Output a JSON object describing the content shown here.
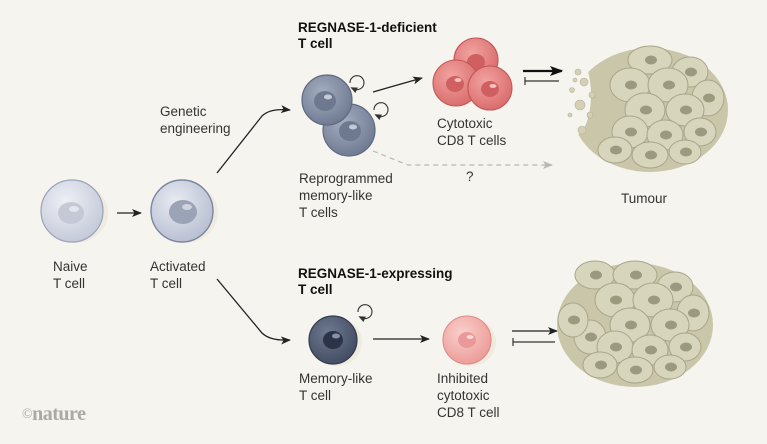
{
  "labels": {
    "naive": [
      "Naive",
      "T cell"
    ],
    "activated": [
      "Activated",
      "T cell"
    ],
    "genetic": [
      "Genetic",
      "engineering"
    ],
    "deficient_header": [
      "REGNASE-1-deficient",
      "T cell"
    ],
    "reprogrammed": [
      "Reprogrammed",
      "memory-like",
      "T cells"
    ],
    "cytotoxic": [
      "Cytotoxic",
      "CD8 T cells"
    ],
    "question": "?",
    "tumour": "Tumour",
    "expressing_header": [
      "REGNASE-1-expressing",
      "T cell"
    ],
    "memory_like": [
      "Memory-like",
      "T cell"
    ],
    "inhibited": [
      "Inhibited",
      "cytotoxic",
      "CD8 T cell"
    ]
  },
  "credit": {
    "symbol": "©",
    "text": "nature"
  },
  "colors": {
    "background": "#f5f4ee",
    "naive_cell": "#d4d7e2",
    "memory_cell_blue": "#7b869c",
    "memory_cell_dark": "#4f5a70",
    "cytotoxic_red": "#e07a7a",
    "inhibited_pink": "#f0a7a3",
    "tumour_beige": "#d3d0b6",
    "tumour_nucleus": "#9c9a7e"
  }
}
